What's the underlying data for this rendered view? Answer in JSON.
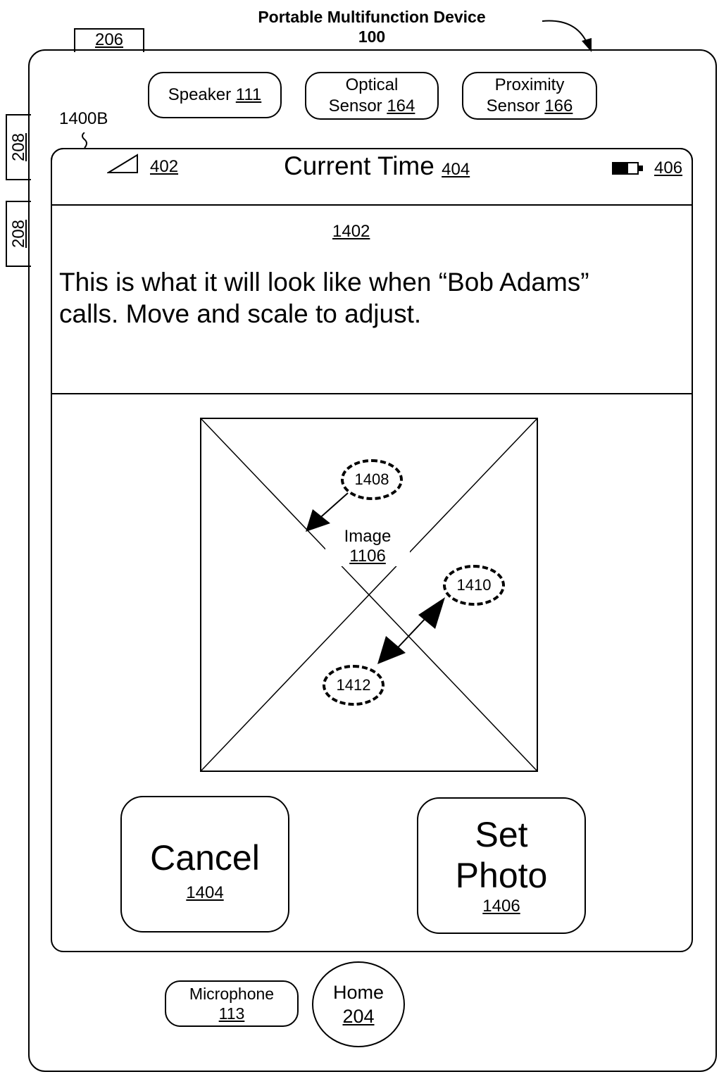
{
  "header": {
    "title": "Portable Multifunction Device",
    "number": "100"
  },
  "labels": {
    "ref_206": "206",
    "ref_208a": "208",
    "ref_208b": "208",
    "screen_ref": "1400B",
    "text_area_ref": "1402"
  },
  "sensors": {
    "speaker": {
      "label": "Speaker",
      "ref": "111"
    },
    "optical": {
      "line1": "Optical",
      "line2": "Sensor",
      "ref": "164"
    },
    "proximity": {
      "line1": "Proximity",
      "line2": "Sensor",
      "ref": "166"
    }
  },
  "status_bar": {
    "signal_ref": "402",
    "time_label": "Current Time",
    "time_ref": "404",
    "battery_ref": "406"
  },
  "message": {
    "line1": "This is what it will look like when “Bob Adams”",
    "line2": "calls. Move and scale to adjust."
  },
  "image": {
    "label": "Image",
    "ref": "1106",
    "gestures": [
      "1408",
      "1410",
      "1412"
    ]
  },
  "buttons": {
    "cancel": {
      "label": "Cancel",
      "ref": "1404"
    },
    "set_photo": {
      "line1": "Set",
      "line2": "Photo",
      "ref": "1406"
    }
  },
  "bottom": {
    "microphone": {
      "label": "Microphone",
      "ref": "113"
    },
    "home": {
      "label": "Home",
      "ref": "204"
    }
  }
}
